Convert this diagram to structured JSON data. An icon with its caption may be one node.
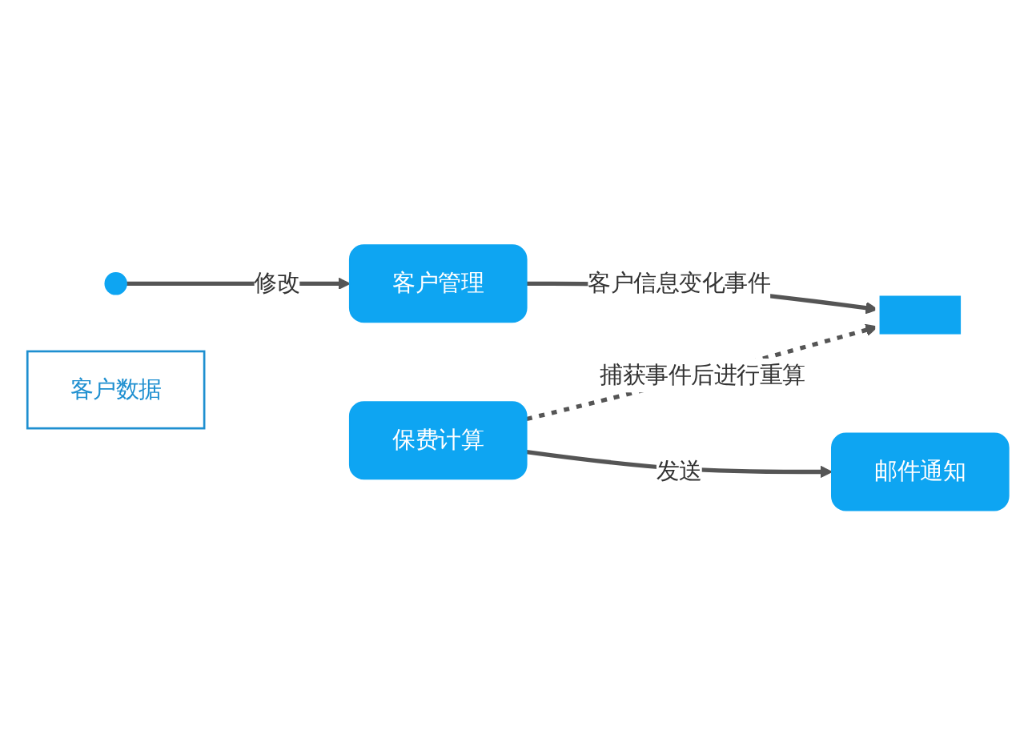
{
  "diagram": {
    "nodes": [
      {
        "text": [],
        "shape": "person"
      },
      {
        "text": [
          "客户管理"
        ]
      },
      {
        "text": [],
        "shape": "bar"
      },
      {
        "text": [
          "客户数据"
        ]
      },
      {
        "text": [
          "保费计算"
        ]
      },
      {
        "text": [
          "邮件通知"
        ]
      }
    ],
    "edges": [
      {
        "from": 0,
        "to": 1,
        "arrow": "to",
        "label": "修改"
      },
      {
        "from": 1,
        "to": 2,
        "arrow": "to",
        "label": "客户信息变化事件"
      },
      {
        "from": 4,
        "to": 2,
        "arrow": "to",
        "label": "捕获事件后进行重算",
        "style": "dashed"
      },
      {
        "from": 4,
        "to": 5,
        "arrow": "to",
        "label": "发送"
      }
    ]
  }
}
